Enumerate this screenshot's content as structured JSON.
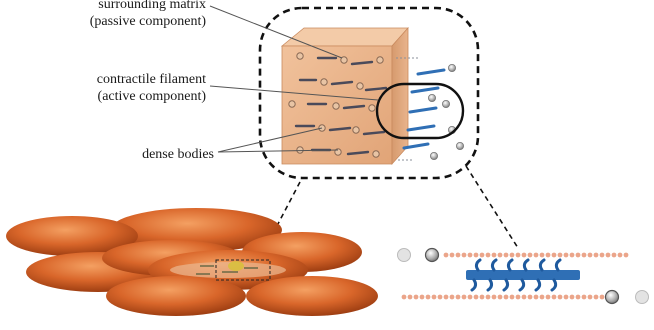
{
  "labels": {
    "surrounding_matrix": {
      "line1": "surrounding matrix",
      "line2": "(passive component)"
    },
    "contractile_filament": {
      "line1": "contractile filament",
      "line2": "(active component)"
    },
    "dense_bodies": "dense bodies"
  },
  "colors": {
    "matrix_block": "#e9b48c",
    "matrix_edge": "#c98a5e",
    "muscle_cell": "#d9662a",
    "muscle_cell_highlight": "#f0914e",
    "filament_blue": "#2f6fb5",
    "filament_dark": "#3b4a66",
    "actin_beads": "#e8a58a",
    "dense_body": "#9a9a9a",
    "dashed_outline": "#111111"
  },
  "icons": {
    "dense_body_icon": "circle",
    "myosin_icon": "blue-bar-with-heads"
  }
}
